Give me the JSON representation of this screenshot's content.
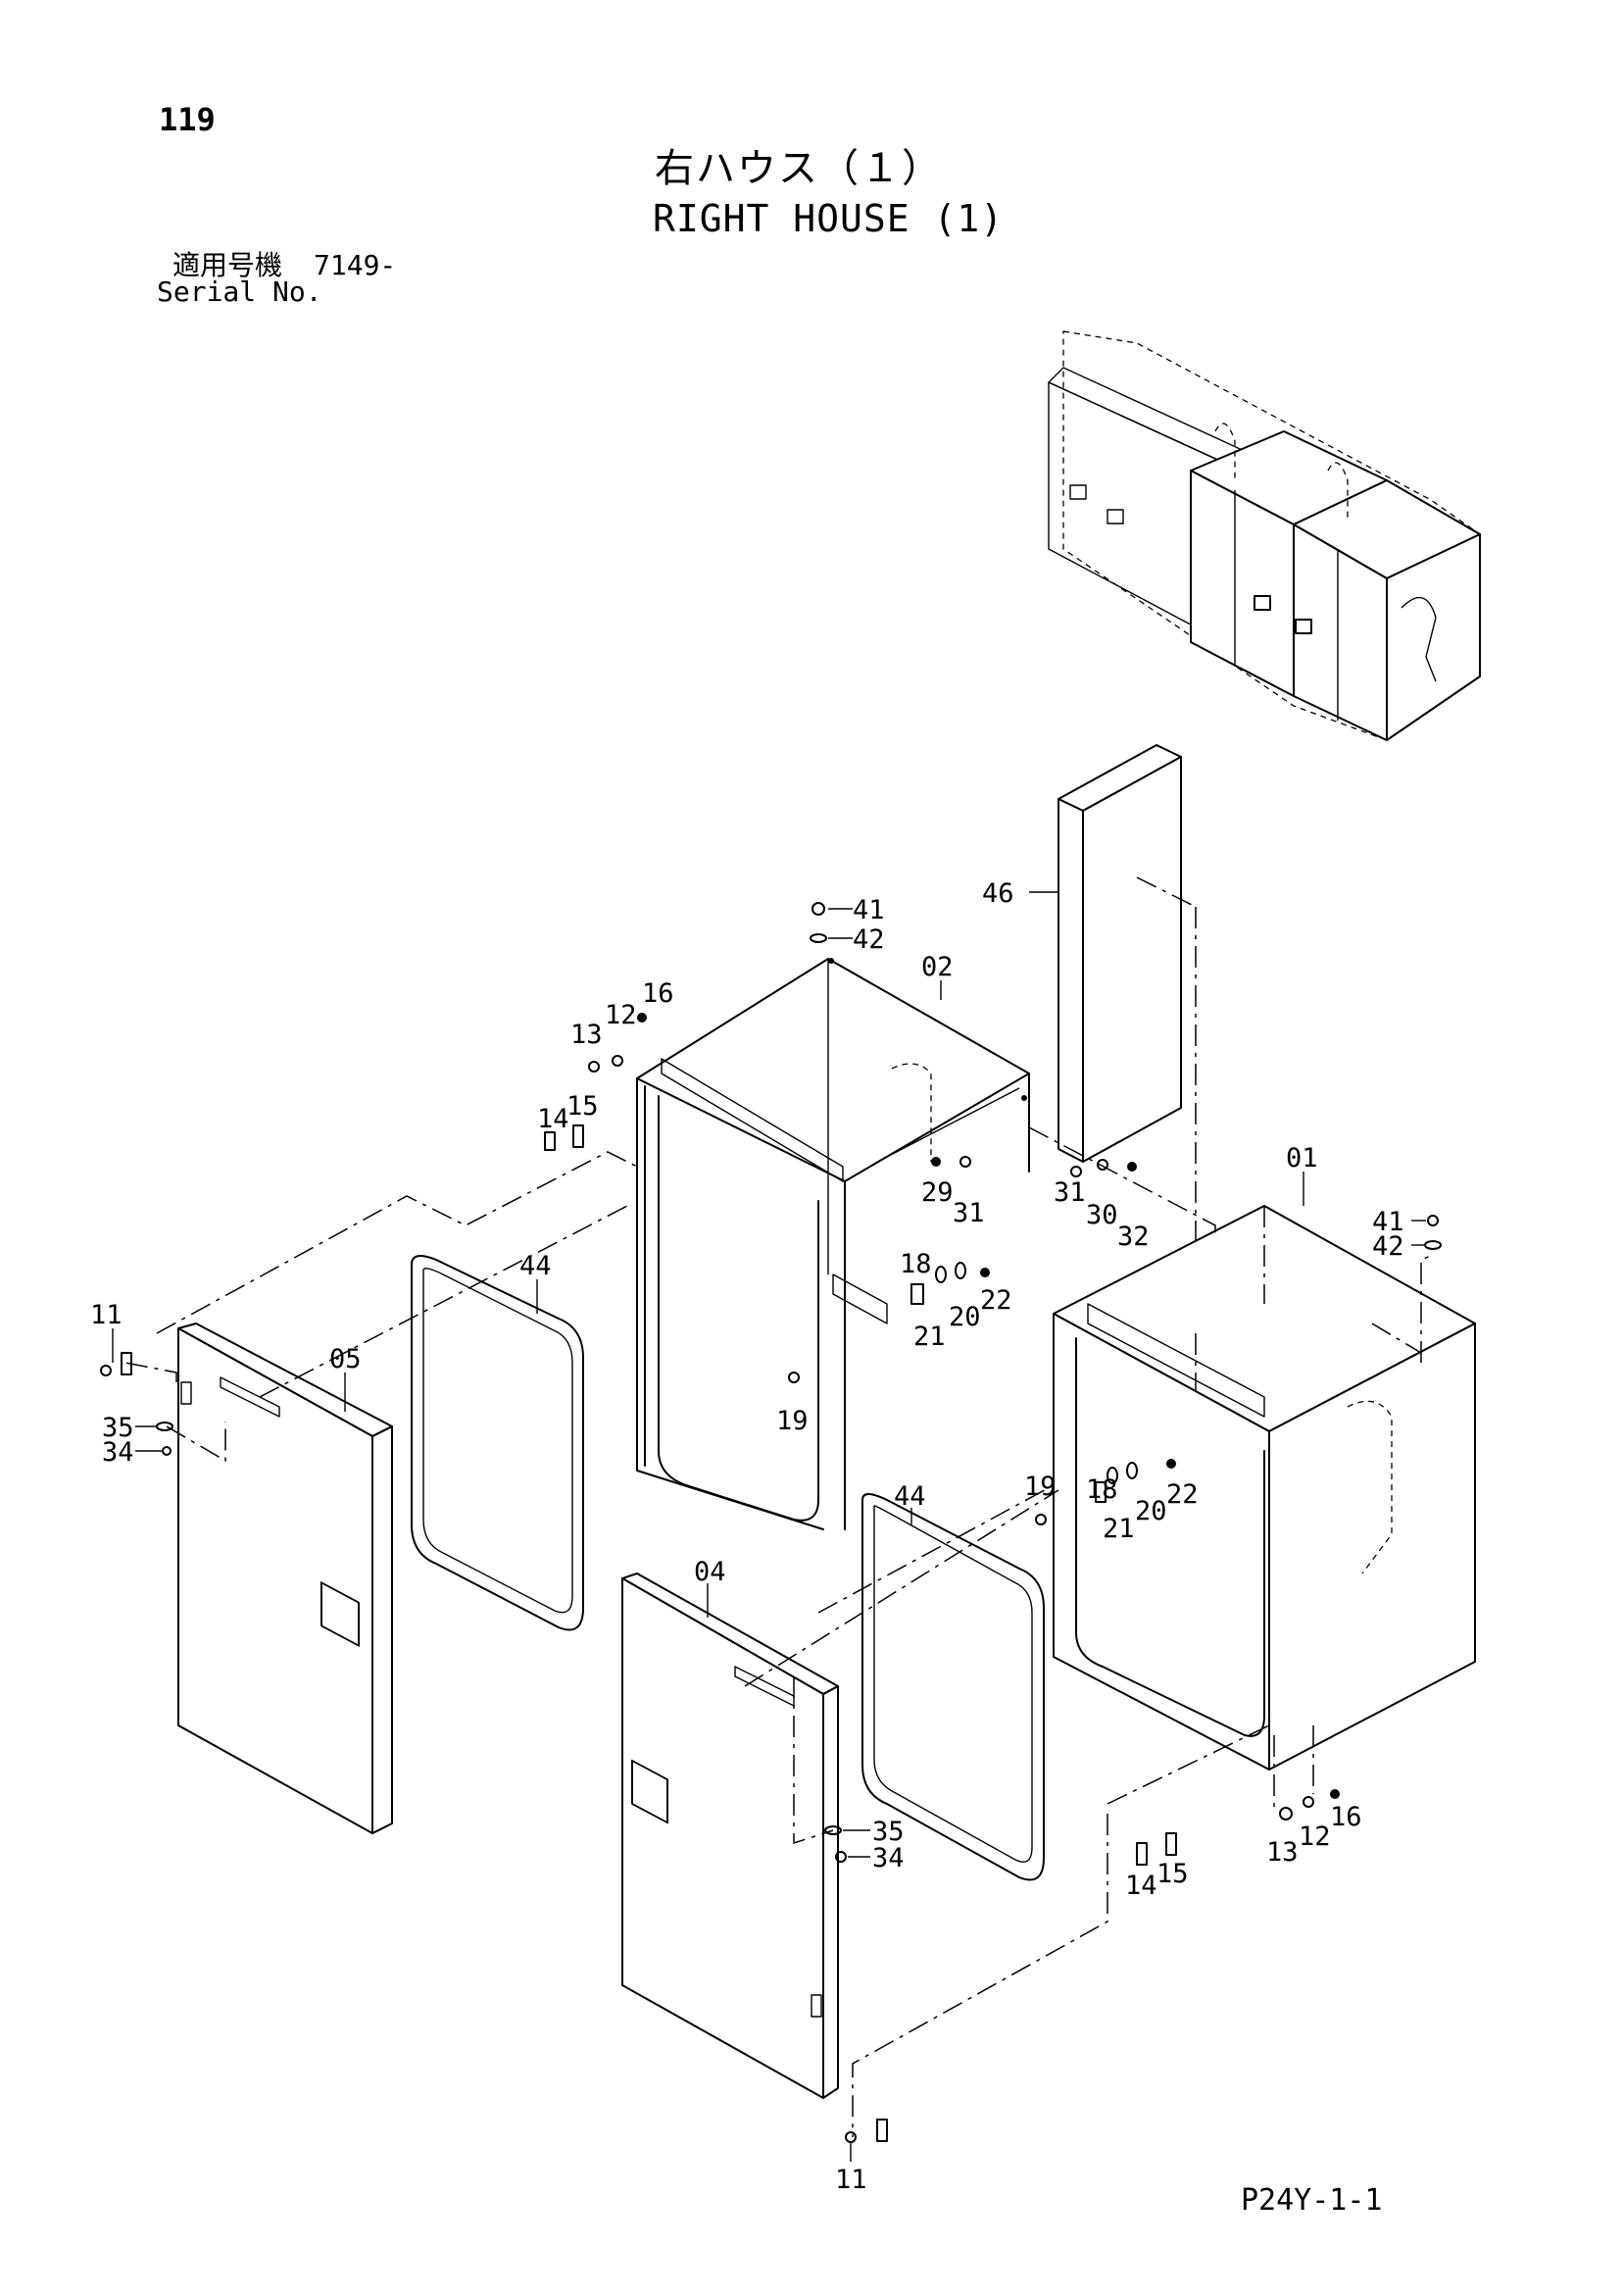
{
  "page_number": "119",
  "title_jp": "右ハウス（１）",
  "title_en": "RIGHT HOUSE (1)",
  "serial": {
    "label_jp": "適用号機",
    "value": "7149-",
    "label_en": "Serial No."
  },
  "footer_code": "P24Y-1-1",
  "callouts": [
    "41",
    "42",
    "02",
    "46",
    "16",
    "12",
    "13",
    "15",
    "14",
    "29",
    "31",
    "31",
    "30",
    "32",
    "01",
    "41",
    "42",
    "18",
    "22",
    "20",
    "21",
    "19",
    "11",
    "05",
    "44",
    "35",
    "34",
    "44",
    "18",
    "19",
    "22",
    "20",
    "21",
    "04",
    "35",
    "34",
    "14",
    "15",
    "13",
    "12",
    "16",
    "11"
  ]
}
